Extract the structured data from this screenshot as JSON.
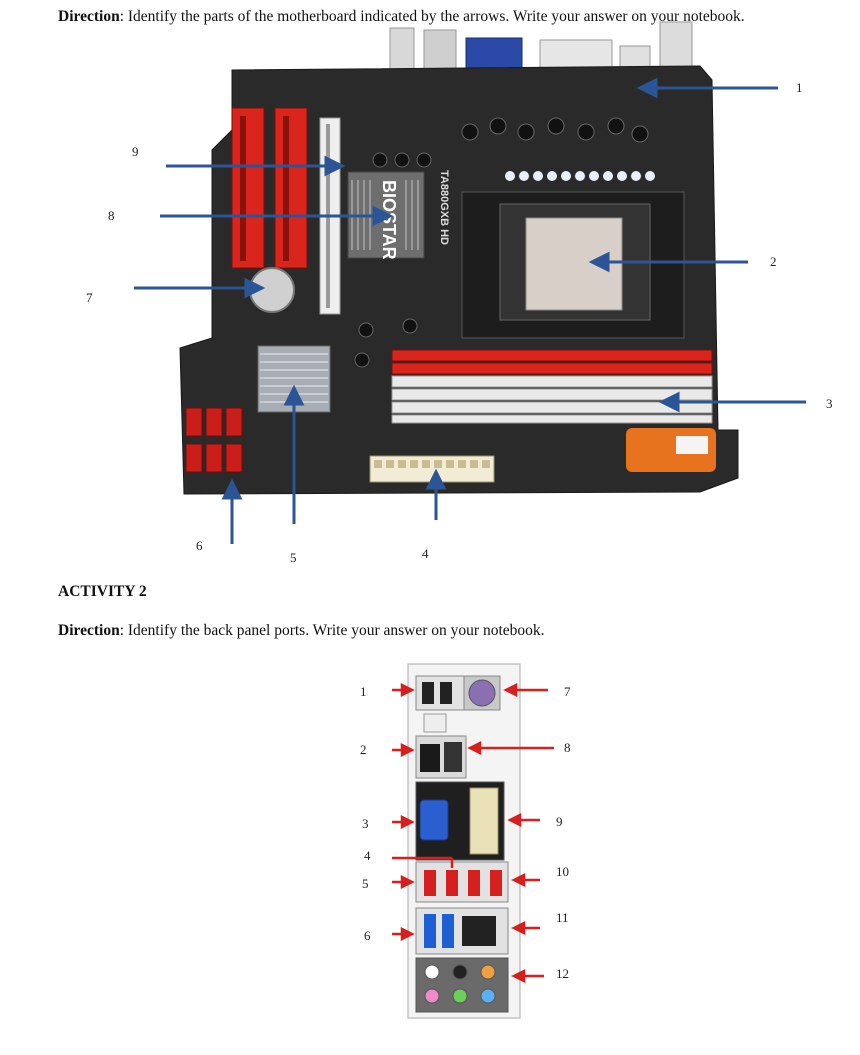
{
  "activity1": {
    "direction_label": "Direction",
    "direction_text": ": Identify the parts of the motherboard indicated by the arrows. Write your answer on your notebook.",
    "labels": [
      "1",
      "2",
      "3",
      "4",
      "5",
      "6",
      "7",
      "8",
      "9"
    ],
    "board_brand": "BIOSTAR",
    "board_model": "TA880GXB HD"
  },
  "activity2": {
    "title": "ACTIVITY 2",
    "direction_label": "Direction",
    "direction_text": ": Identify the back panel ports. Write your answer on your notebook.",
    "labels": [
      "1",
      "2",
      "3",
      "4",
      "5",
      "6",
      "7",
      "8",
      "9",
      "10",
      "11",
      "12"
    ]
  },
  "colors": {
    "arrow_blue": "#2c5597",
    "arrow_red": "#d62020",
    "pcb": "#2a2a2a",
    "slot_red": "#d9251c",
    "slot_white": "#e9e9e9"
  }
}
